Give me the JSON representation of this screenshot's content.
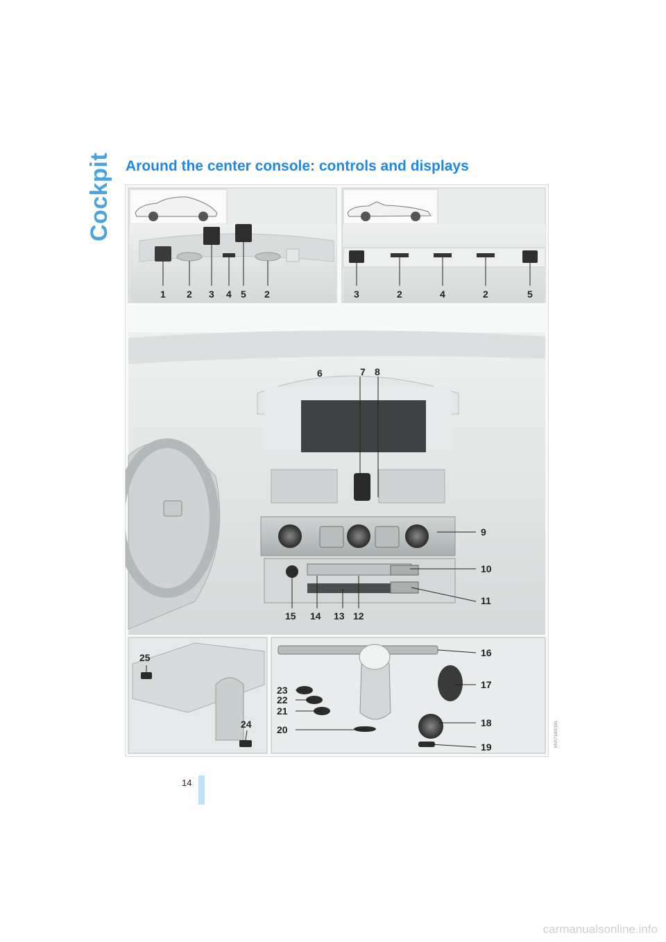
{
  "section": "Cockpit",
  "heading": "Around the center console: controls and displays",
  "page_number": "14",
  "figure_id": "MV07180CMA",
  "watermark": "carmanualsonline.info",
  "callouts": {
    "top_left": [
      "1",
      "2",
      "3",
      "4",
      "5",
      "2"
    ],
    "top_right": [
      "3",
      "2",
      "4",
      "2",
      "5"
    ],
    "main": [
      "6",
      "7",
      "8",
      "9",
      "10",
      "11",
      "12",
      "13",
      "14",
      "15",
      "16",
      "17",
      "18",
      "19",
      "20",
      "21",
      "22",
      "23",
      "24",
      "25"
    ]
  }
}
